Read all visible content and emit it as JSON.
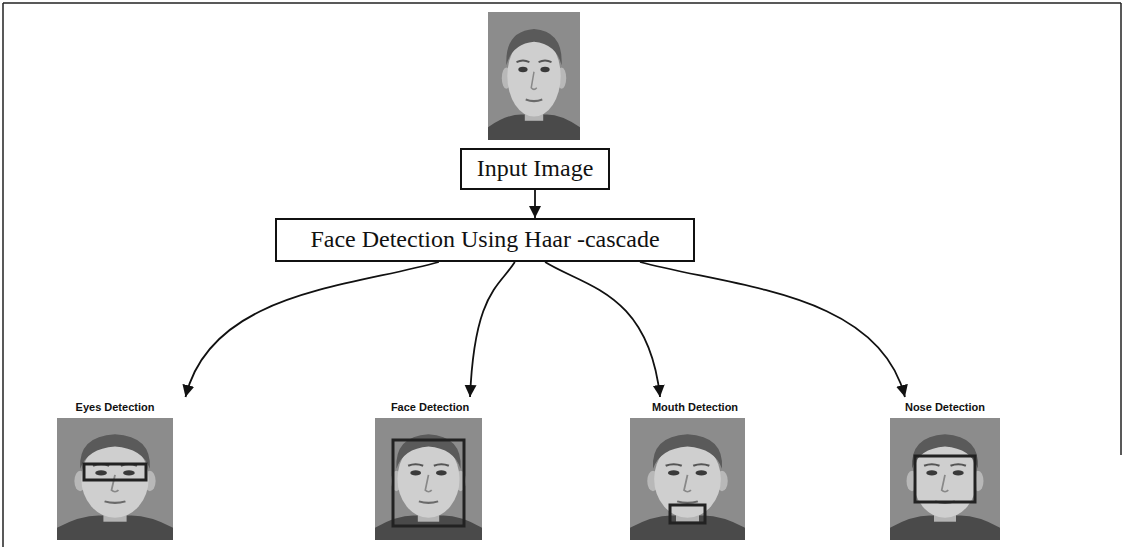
{
  "diagram": {
    "nodes": [
      {
        "text": [
          "Input Image"
        ]
      },
      {
        "text": [
          "Face Detection Using Haar -cascade"
        ]
      },
      {
        "text": [
          "Eyes Detection"
        ]
      },
      {
        "text": [
          "Face Detection"
        ]
      },
      {
        "text": [
          "Mouth Detection"
        ]
      },
      {
        "text": [
          "Nose Detection"
        ]
      }
    ],
    "edges": [
      {
        "from": 0,
        "to": 1,
        "arrow": "to"
      },
      {
        "from": 1,
        "to": 2,
        "arrow": "to"
      },
      {
        "from": 1,
        "to": 3,
        "arrow": "to"
      },
      {
        "from": 1,
        "to": 4,
        "arrow": "to"
      },
      {
        "from": 1,
        "to": 5,
        "arrow": "to"
      }
    ]
  }
}
